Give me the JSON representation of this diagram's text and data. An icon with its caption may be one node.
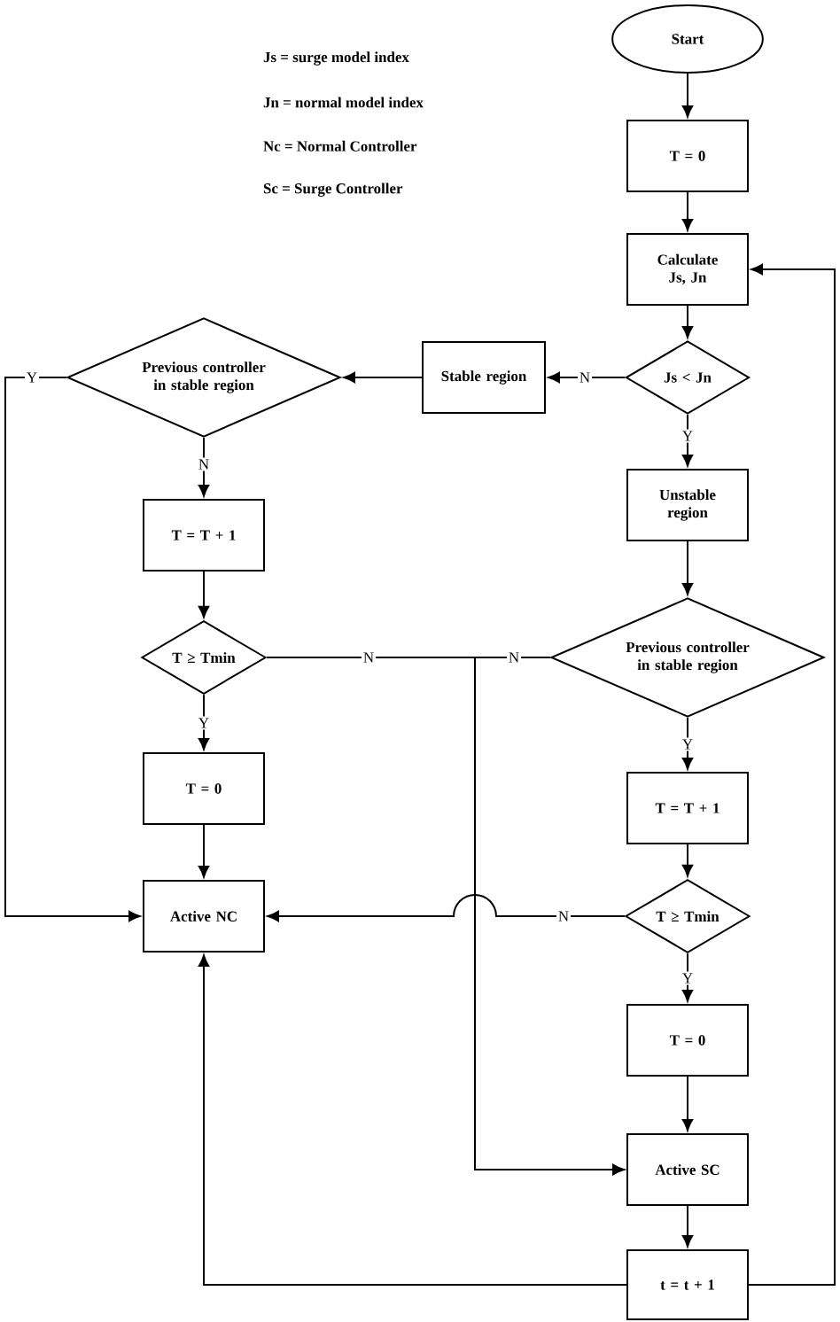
{
  "diagram": {
    "nodes": [
      {
        "text": [
          "Start"
        ]
      },
      {
        "text": [
          "T = 0"
        ]
      },
      {
        "text": [
          "Calculate Js, Jn"
        ]
      },
      {
        "text": [
          "Js < Jn"
        ]
      },
      {
        "text": [
          "Stable region"
        ]
      },
      {
        "text": [
          "Previous controller in stable region"
        ]
      },
      {
        "text": [
          "T = T + 1"
        ]
      },
      {
        "text": [
          "T ≥ Tmin"
        ]
      },
      {
        "text": [
          "T = 0"
        ]
      },
      {
        "text": [
          "Active NC"
        ]
      },
      {
        "text": [
          "Unstable region"
        ]
      },
      {
        "text": [
          "Previous controller in stable region"
        ]
      },
      {
        "text": [
          "T = T + 1"
        ]
      },
      {
        "text": [
          "T ≥ Tmin"
        ]
      },
      {
        "text": [
          "T = 0"
        ]
      },
      {
        "text": [
          "Active SC"
        ]
      },
      {
        "text": [
          "t = t + 1"
        ]
      }
    ],
    "edges": [
      {
        "from": 0,
        "to": 1,
        "arrow": "to"
      },
      {
        "from": 1,
        "to": 2,
        "arrow": "to"
      },
      {
        "from": 2,
        "to": 3,
        "arrow": "to"
      },
      {
        "from": 3,
        "to": 4,
        "arrow": "to",
        "label": "N"
      },
      {
        "from": 4,
        "to": 5,
        "arrow": "to"
      },
      {
        "from": 5,
        "to": 6,
        "arrow": "to",
        "label": "N"
      },
      {
        "from": 6,
        "to": 7,
        "arrow": "to"
      },
      {
        "from": 7,
        "to": 8,
        "arrow": "to",
        "label": "Y"
      },
      {
        "from": 8,
        "to": 9,
        "arrow": "to"
      },
      {
        "from": 5,
        "to": 9,
        "arrow": "to",
        "label": "Y"
      },
      {
        "from": 3,
        "to": 10,
        "arrow": "to",
        "label": "Y"
      },
      {
        "from": 10,
        "to": 11,
        "arrow": "to"
      },
      {
        "from": 11,
        "to": 12,
        "arrow": "to",
        "label": "Y"
      },
      {
        "from": 12,
        "to": 13,
        "arrow": "to"
      },
      {
        "from": 13,
        "to": 14,
        "arrow": "to",
        "label": "Y"
      },
      {
        "from": 14,
        "to": 15,
        "arrow": "to"
      },
      {
        "from": 15,
        "to": 16,
        "arrow": "to"
      },
      {
        "from": 7,
        "to": 15,
        "arrow": "to",
        "label": "N"
      },
      {
        "from": 11,
        "to": 15,
        "arrow": "to",
        "label": "N"
      },
      {
        "from": 13,
        "to": 9,
        "arrow": "to",
        "label": "N"
      },
      {
        "from": 16,
        "to": 9,
        "arrow": "to"
      },
      {
        "from": 16,
        "to": 2,
        "arrow": "to"
      }
    ],
    "labels": [
      "Js = surge model index",
      "Jn = normal model index",
      "Nc = Normal Controller",
      "Sc = Surge Controller"
    ]
  }
}
